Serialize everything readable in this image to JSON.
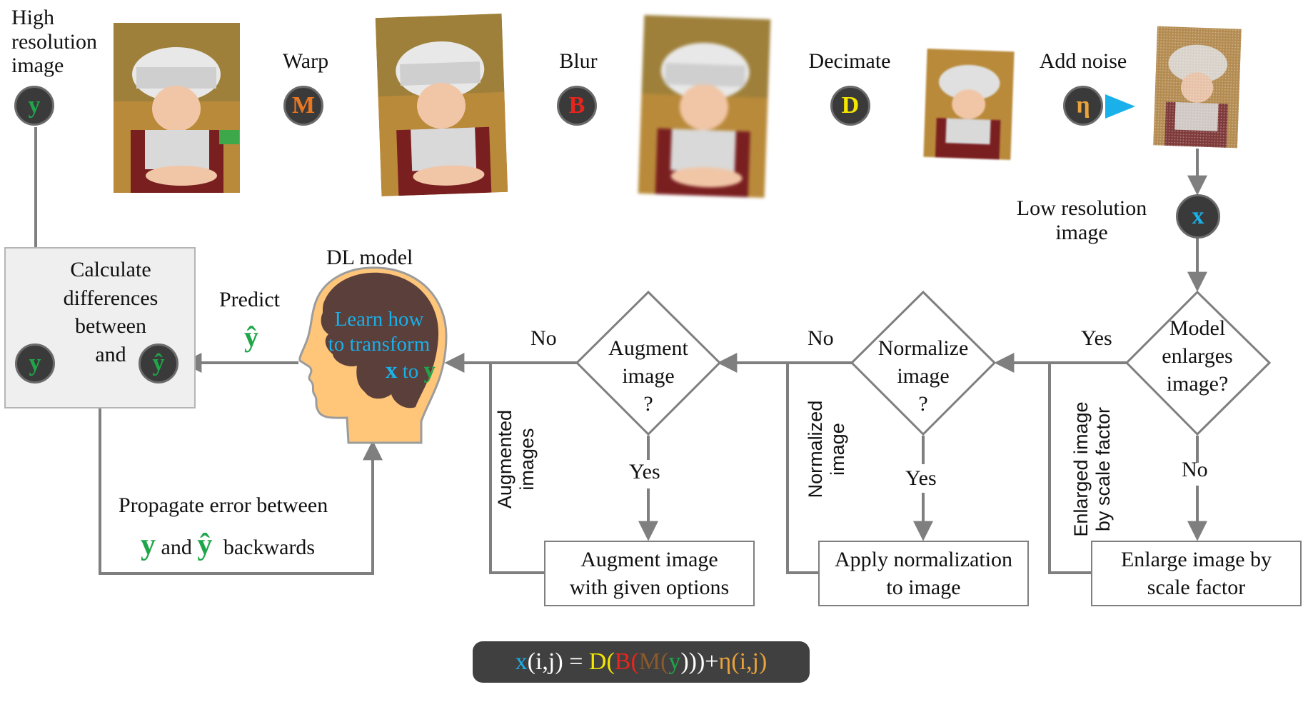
{
  "colors": {
    "y": "#1fa64a",
    "x": "#1ab0ea",
    "M": "#e87722",
    "B": "#e8251c",
    "D": "#f5e600",
    "eta": "#e8a33a",
    "brain": "#5a3f3a",
    "head": "#ffc67a",
    "brain_text": "#1ab0ea"
  },
  "pipeline": {
    "input_label": "High\nresolution\nimage",
    "steps": [
      {
        "label": "Warp",
        "symbol": "M"
      },
      {
        "label": "Blur",
        "symbol": "B"
      },
      {
        "label": "Decimate",
        "symbol": "D"
      },
      {
        "label": "Add noise",
        "symbol": "η"
      }
    ],
    "y_symbol": "y",
    "x_symbol": "x",
    "output_label": "Low resolution\nimage"
  },
  "compare": {
    "text": "Calculate\ndifferences\nbetween\nand",
    "y_symbol": "y",
    "yhat_symbol": "ŷ"
  },
  "model": {
    "title": "DL model",
    "predict": "Predict",
    "yhat_symbol": "ŷ",
    "brain_line1": "Learn how",
    "brain_line2": "to transform",
    "brain_x": "x",
    "brain_to": "to",
    "brain_y": "y"
  },
  "propagate": {
    "line1": "Propagate error between",
    "y": "y",
    "and": "and",
    "yhat": "ŷ",
    "backwards": "backwards"
  },
  "decisions": [
    {
      "text": "Model\nenlarges\nimage?",
      "yes": "Yes",
      "no": "No"
    },
    {
      "text": "Normalize\nimage\n?",
      "yes": "Yes",
      "no": "No"
    },
    {
      "text": "Augment\nimage\n?",
      "yes": "Yes",
      "no": "No"
    }
  ],
  "actions": [
    {
      "text": "Enlarge image by\nscale factor"
    },
    {
      "text": "Apply normalization\nto image"
    },
    {
      "text": "Augment image\nwith given options"
    }
  ],
  "flow_labels": {
    "enlarged": "Enlarged image\nby scale factor",
    "normalized": "Normalized\nimage",
    "augmented": "Augmented\nimages"
  },
  "formula": {
    "x": "x",
    "ij1": "(i,j) = ",
    "D": "D",
    "p1": "(",
    "B": "B",
    "p2": "(",
    "M": "M",
    "p3": "(",
    "y": "y",
    "close": ")))+",
    "eta": "η",
    "ij2": "(i,j)"
  }
}
